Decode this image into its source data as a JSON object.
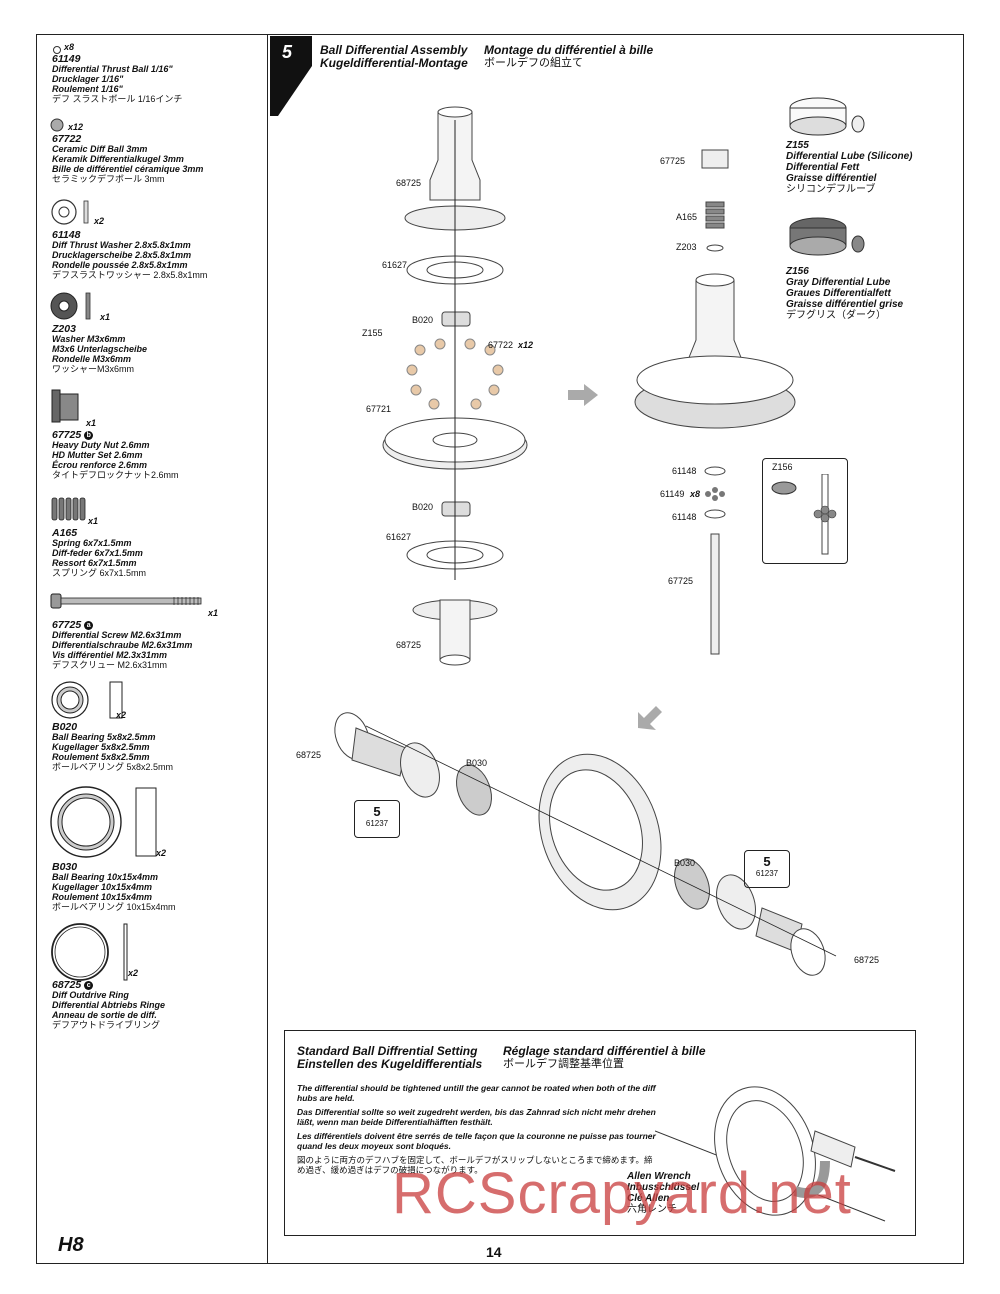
{
  "parts": [
    {
      "qty": "x8",
      "pn": "61149",
      "badge": "",
      "lines": [
        "Differential Thrust Ball 1/16\"",
        "Drucklager 1/16\"",
        "Roulement 1/16\""
      ],
      "jp": "デフ スラストボール 1/16インチ"
    },
    {
      "qty": "x12",
      "pn": "67722",
      "badge": "",
      "lines": [
        "Ceramic Diff Ball 3mm",
        "Keramik Differentialkugel 3mm",
        "Bille de différentiel céramique 3mm"
      ],
      "jp": "セラミックデフボール 3mm"
    },
    {
      "qty": "x2",
      "pn": "61148",
      "badge": "",
      "lines": [
        "Diff Thrust Washer 2.8x5.8x1mm",
        "Drucklagerscheibe 2.8x5.8x1mm",
        "Rondelle poussée 2.8x5.8x1mm"
      ],
      "jp": "デフスラストワッシャー 2.8x5.8x1mm"
    },
    {
      "qty": "x1",
      "pn": "Z203",
      "badge": "",
      "lines": [
        "Washer M3x6mm",
        "M3x6 Unterlagscheibe",
        "Rondelle M3x6mm"
      ],
      "jp": "ワッシャーM3x6mm"
    },
    {
      "qty": "x1",
      "pn": "67725",
      "badge": "b",
      "lines": [
        "Heavy Duty Nut 2.6mm",
        "HD Mutter Set 2.6mm",
        "Écrou renforce 2.6mm"
      ],
      "jp": "タイトデフロックナット2.6mm"
    },
    {
      "qty": "x1",
      "pn": "A165",
      "badge": "",
      "lines": [
        "Spring 6x7x1.5mm",
        "Diff-feder 6x7x1.5mm",
        "Ressort 6x7x1.5mm"
      ],
      "jp": "スプリング 6x7x1.5mm"
    },
    {
      "qty": "x1",
      "pn": "67725",
      "badge": "a",
      "lines": [
        "Differential Screw M2.6x31mm",
        "Differentialschraube M2.6x31mm",
        "Vis différentiel M2.3x31mm"
      ],
      "jp": "デフスクリュー M2.6x31mm"
    },
    {
      "qty": "x2",
      "pn": "B020",
      "badge": "",
      "lines": [
        "Ball Bearing 5x8x2.5mm",
        "Kugellager 5x8x2.5mm",
        "Roulement 5x8x2.5mm"
      ],
      "jp": "ボールベアリング 5x8x2.5mm"
    },
    {
      "qty": "x2",
      "pn": "B030",
      "badge": "",
      "lines": [
        "Ball Bearing 10x15x4mm",
        "Kugellager 10x15x4mm",
        "Roulement 10x15x4mm"
      ],
      "jp": "ボールベアリング 10x15x4mm"
    },
    {
      "qty": "x2",
      "pn": "68725",
      "badge": "c",
      "lines": [
        "Diff Outdrive Ring",
        "Differential Abtriebs Ringe",
        "Anneau de sortie de diff."
      ],
      "jp": "デフアウトドライブリング"
    }
  ],
  "step": {
    "number": "5",
    "title_en": "Ball Differential Assembly",
    "title_de": "Kugeldifferential-Montage",
    "title_fr": "Montage du différentiel à bille",
    "title_jp": "ボールデフの組立て"
  },
  "labels": {
    "l1": "68725",
    "l2": "61627",
    "l3": "B020",
    "l4": "Z155",
    "l5": "67722",
    "l5q": "x12",
    "l6": "67721",
    "l7": "B020",
    "l8": "61627",
    "l9": "68725",
    "r1": "67725",
    "r2": "A165",
    "r3": "Z203",
    "r4": "61148",
    "r5": "61149",
    "r5q": "x8",
    "r6": "61148",
    "r7": "67725",
    "r8": "Z156",
    "b1": "68725",
    "b2": "B030",
    "b3": "B030",
    "b4": "68725"
  },
  "lubes": [
    {
      "pn": "Z155",
      "lines": [
        "Differential Lube (Silicone)",
        "Differential Fett",
        "Graisse différentiel"
      ],
      "jp": "シリコンデフルーブ"
    },
    {
      "pn": "Z156",
      "lines": [
        "Gray Differential Lube",
        "Graues Differentialfett",
        "Graisse différentiel grise"
      ],
      "jp": "デフグリス（ダーク）"
    }
  ],
  "refs": [
    {
      "step": "5",
      "pn": "61237"
    },
    {
      "step": "5",
      "pn": "61237"
    }
  ],
  "setting": {
    "title_en": "Standard Ball Diffrential Setting",
    "title_de": "Einstellen des Kugeldifferentials",
    "title_fr": "Réglage standard différentiel à bille",
    "title_jp": "ボールデフ調整基準位置",
    "p_en": "The differential should be tightened untill the gear cannot be roated when both of the diff hubs are held.",
    "p_de": "Das Differential sollte so weit zugedreht werden, bis das Zahnrad sich nicht mehr drehen läßt, wenn man beide Differentialhäfften festhält.",
    "p_fr": "Les différentiels doivent être serrés de telle façon que la couronne ne puisse pas tourner quand les deux moyeux sont bloqués.",
    "p_jp": "図のように両方のデフハブを固定して、ボールデフがスリップしないところまで締めます。締め過ぎ、緩め過ぎはデフの破損につながります。",
    "wrench": [
      "Allen Wrench",
      "Inbusschlüssel",
      "Clé Allen"
    ],
    "wrench_jp": "六角レンチ"
  },
  "page": "14",
  "watermark": "RCScrapyard.net",
  "logo": "H8"
}
